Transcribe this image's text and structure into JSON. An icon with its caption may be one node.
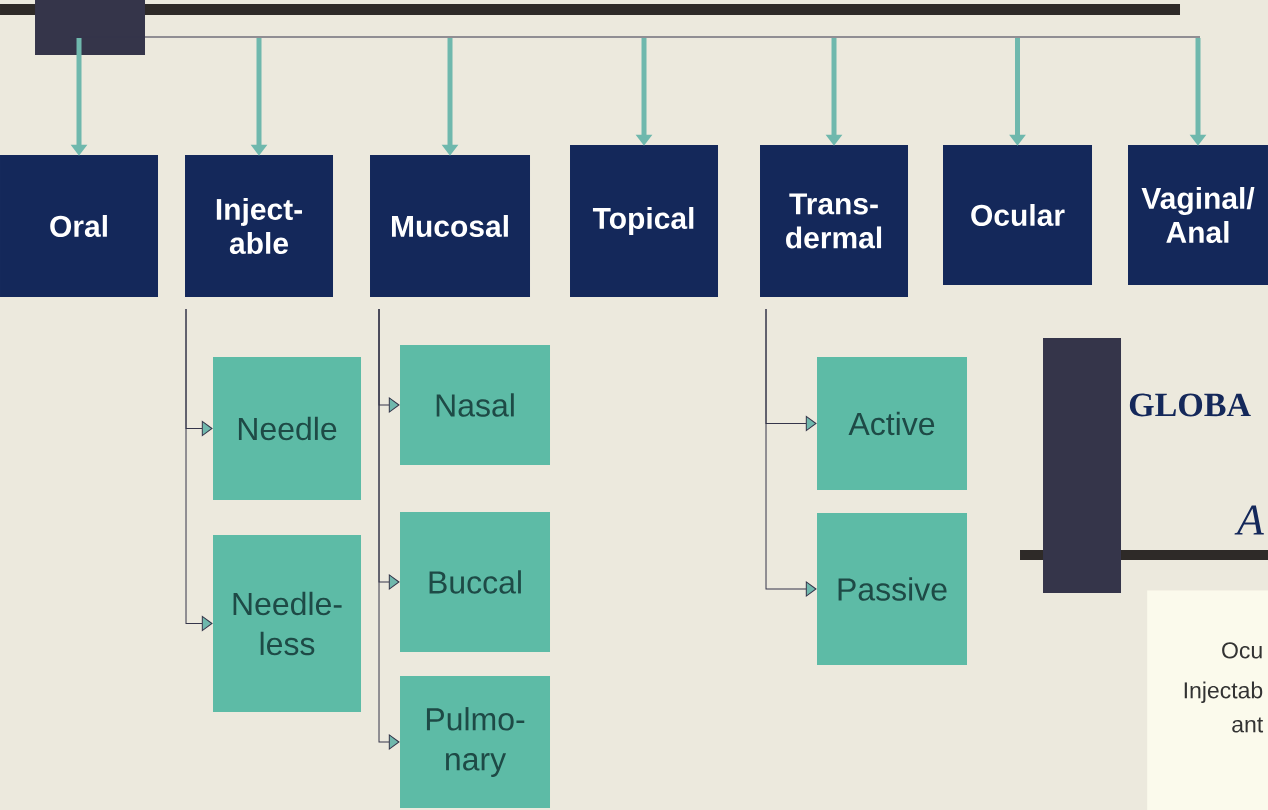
{
  "diagram": {
    "nodes": [
      {
        "text": [
          "Oral"
        ]
      },
      {
        "text": [
          "Inject- able"
        ]
      },
      {
        "text": [
          "Mucosal"
        ]
      },
      {
        "text": [
          "Topical"
        ]
      },
      {
        "text": [
          "Trans- dermal"
        ]
      },
      {
        "text": [
          "Ocular"
        ]
      },
      {
        "text": [
          "Vaginal/ Anal"
        ]
      },
      {
        "text": [
          "Needle"
        ]
      },
      {
        "text": [
          "Needle- less"
        ]
      },
      {
        "text": [
          "Nasal"
        ]
      },
      {
        "text": [
          "Buccal"
        ]
      },
      {
        "text": [
          "Pulmo- nary"
        ]
      },
      {
        "text": [
          "Active"
        ]
      },
      {
        "text": [
          "Passive"
        ]
      },
      {
        "text": [
          "Ocu",
          "Injectab ant"
        ]
      }
    ],
    "edges": [
      {
        "from": null,
        "to": 0,
        "arrow": "to",
        "style": "thick",
        "color": "#6fb8ad"
      },
      {
        "from": null,
        "to": 1,
        "arrow": "to",
        "style": "thick",
        "color": "#6fb8ad"
      },
      {
        "from": null,
        "to": 2,
        "arrow": "to",
        "style": "thick",
        "color": "#6fb8ad"
      },
      {
        "from": null,
        "to": 3,
        "arrow": "to",
        "style": "thick",
        "color": "#6fb8ad"
      },
      {
        "from": null,
        "to": 4,
        "arrow": "to",
        "style": "thick",
        "color": "#6fb8ad"
      },
      {
        "from": null,
        "to": 5,
        "arrow": "to",
        "style": "thick",
        "color": "#6fb8ad"
      },
      {
        "from": null,
        "to": 6,
        "arrow": "to",
        "style": "thick",
        "color": "#6fb8ad"
      },
      {
        "from": 1,
        "to": 7,
        "arrow": "to",
        "color": "#35354a"
      },
      {
        "from": 1,
        "to": 8,
        "arrow": "to",
        "color": "#35354a"
      },
      {
        "from": 2,
        "to": 9,
        "arrow": "to",
        "color": "#35354a"
      },
      {
        "from": 2,
        "to": 10,
        "arrow": "to",
        "color": "#35354a"
      },
      {
        "from": 2,
        "to": 11,
        "arrow": "to",
        "color": "#35354a"
      },
      {
        "from": 4,
        "to": 12,
        "arrow": "to",
        "color": "#35354a"
      },
      {
        "from": 4,
        "to": 13,
        "arrow": "to",
        "color": "#35354a"
      }
    ],
    "labels": [
      "GLOBA",
      "A"
    ]
  }
}
